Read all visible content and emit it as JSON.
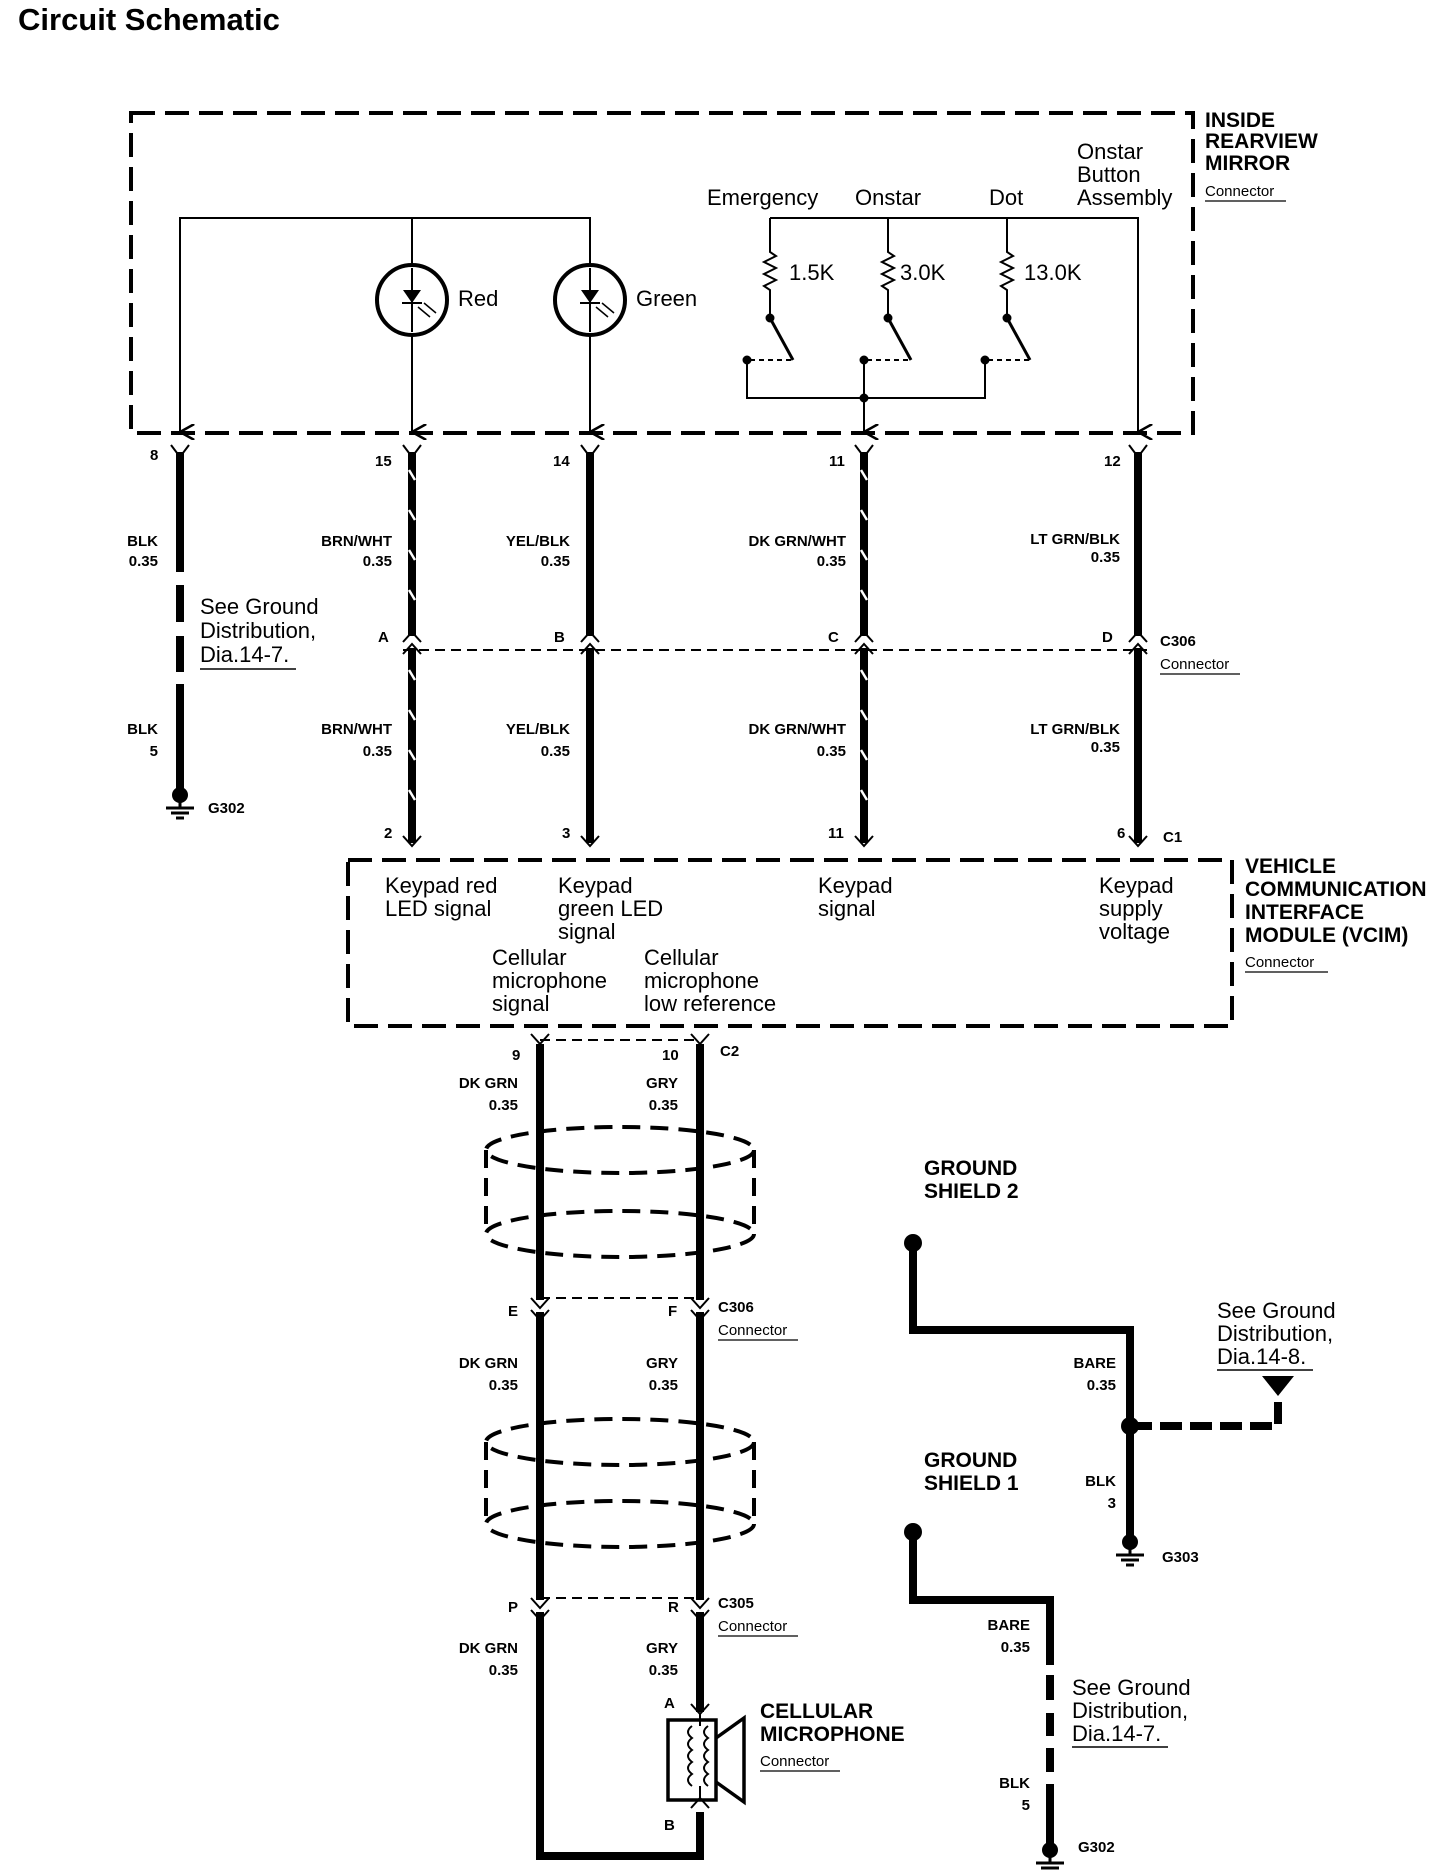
{
  "page_title": "Circuit Schematic",
  "mirror": {
    "name_lines": [
      "INSIDE",
      "REARVIEW",
      "MIRROR"
    ],
    "connector": "Connector",
    "led_red": "Red",
    "led_green": "Green",
    "button_assembly_lines": [
      "Onstar",
      "Button",
      "Assembly"
    ],
    "switch_emergency": "Emergency",
    "switch_onstar": "Onstar",
    "switch_dot": "Dot",
    "r1": "1.5K",
    "r2": "3.0K",
    "r3": "13.0K"
  },
  "pins_top": {
    "p8": "8",
    "p15": "15",
    "p14": "14",
    "p11": "11",
    "p12": "12"
  },
  "wires_upper": {
    "blk": {
      "color": "BLK",
      "size": "0.35"
    },
    "brn": {
      "color": "BRN/WHT",
      "size": "0.35"
    },
    "yel": {
      "color": "YEL/BLK",
      "size": "0.35"
    },
    "dkg": {
      "color": "DK GRN/WHT",
      "size": "0.35"
    },
    "ltg": {
      "color": "LT GRN/BLK",
      "size": "0.35"
    }
  },
  "ground_ref_1": [
    "See Ground",
    "Distribution,",
    "Dia.14-7."
  ],
  "c306": {
    "name": "C306",
    "connector": "Connector",
    "a": "A",
    "b": "B",
    "c": "C",
    "d": "D"
  },
  "wires_lower": {
    "blk": {
      "color": "BLK",
      "size": "5"
    },
    "brn": {
      "color": "BRN/WHT",
      "size": "0.35"
    },
    "yel": {
      "color": "YEL/BLK",
      "size": "0.35"
    },
    "dkg": {
      "color": "DK GRN/WHT",
      "size": "0.35"
    },
    "ltg": {
      "color": "LT GRN/BLK",
      "size": "0.35"
    }
  },
  "g302_top": "G302",
  "pins_c1": {
    "p2": "2",
    "p3": "3",
    "p11": "11",
    "p6": "6",
    "name": "C1"
  },
  "vcim": {
    "name_lines": [
      "VEHICLE",
      "COMMUNICATION",
      "INTERFACE",
      "MODULE (VCIM)"
    ],
    "connector": "Connector",
    "sig_red": [
      "Keypad red",
      "LED signal"
    ],
    "sig_green": [
      "Keypad",
      "green LED",
      "signal"
    ],
    "sig_keypad": [
      "Keypad",
      "signal"
    ],
    "sig_supply": [
      "Keypad",
      "supply",
      "voltage"
    ],
    "sig_mic": [
      "Cellular",
      "microphone",
      "signal"
    ],
    "sig_mic_ref": [
      "Cellular",
      "microphone",
      "low reference"
    ]
  },
  "pins_c2": {
    "p9": "9",
    "p10": "10",
    "name": "C2"
  },
  "mic_wires_1": {
    "dkgrn": {
      "color": "DK GRN",
      "size": "0.35"
    },
    "gry": {
      "color": "GRY",
      "size": "0.35"
    }
  },
  "shield2": [
    "GROUND",
    "SHIELD 2"
  ],
  "c306_lower": {
    "e": "E",
    "f": "F",
    "name": "C306",
    "connector": "Connector"
  },
  "mic_wires_2": {
    "dkgrn": {
      "color": "DK GRN",
      "size": "0.35"
    },
    "gry": {
      "color": "GRY",
      "size": "0.35"
    }
  },
  "bare_1": {
    "color": "BARE",
    "size": "0.35"
  },
  "ground_ref_2": [
    "See Ground",
    "Distribution,",
    "Dia.14-8."
  ],
  "shield1": [
    "GROUND",
    "SHIELD 1"
  ],
  "blk_g303": {
    "color": "BLK",
    "size": "3"
  },
  "g303": "G303",
  "c305": {
    "p": "P",
    "r": "R",
    "name": "C305",
    "connector": "Connector"
  },
  "mic_wires_3": {
    "dkgrn": {
      "color": "DK GRN",
      "size": "0.35"
    },
    "gry": {
      "color": "GRY",
      "size": "0.35"
    }
  },
  "bare_2": {
    "color": "BARE",
    "size": "0.35"
  },
  "ground_ref_3": [
    "See Ground",
    "Distribution,",
    "Dia.14-7."
  ],
  "blk_g302": {
    "color": "BLK",
    "size": "5"
  },
  "g302_bottom": "G302",
  "microphone": {
    "name_lines": [
      "CELLULAR",
      "MICROPHONE"
    ],
    "connector": "Connector",
    "pin_a": "A",
    "pin_b": "B"
  }
}
